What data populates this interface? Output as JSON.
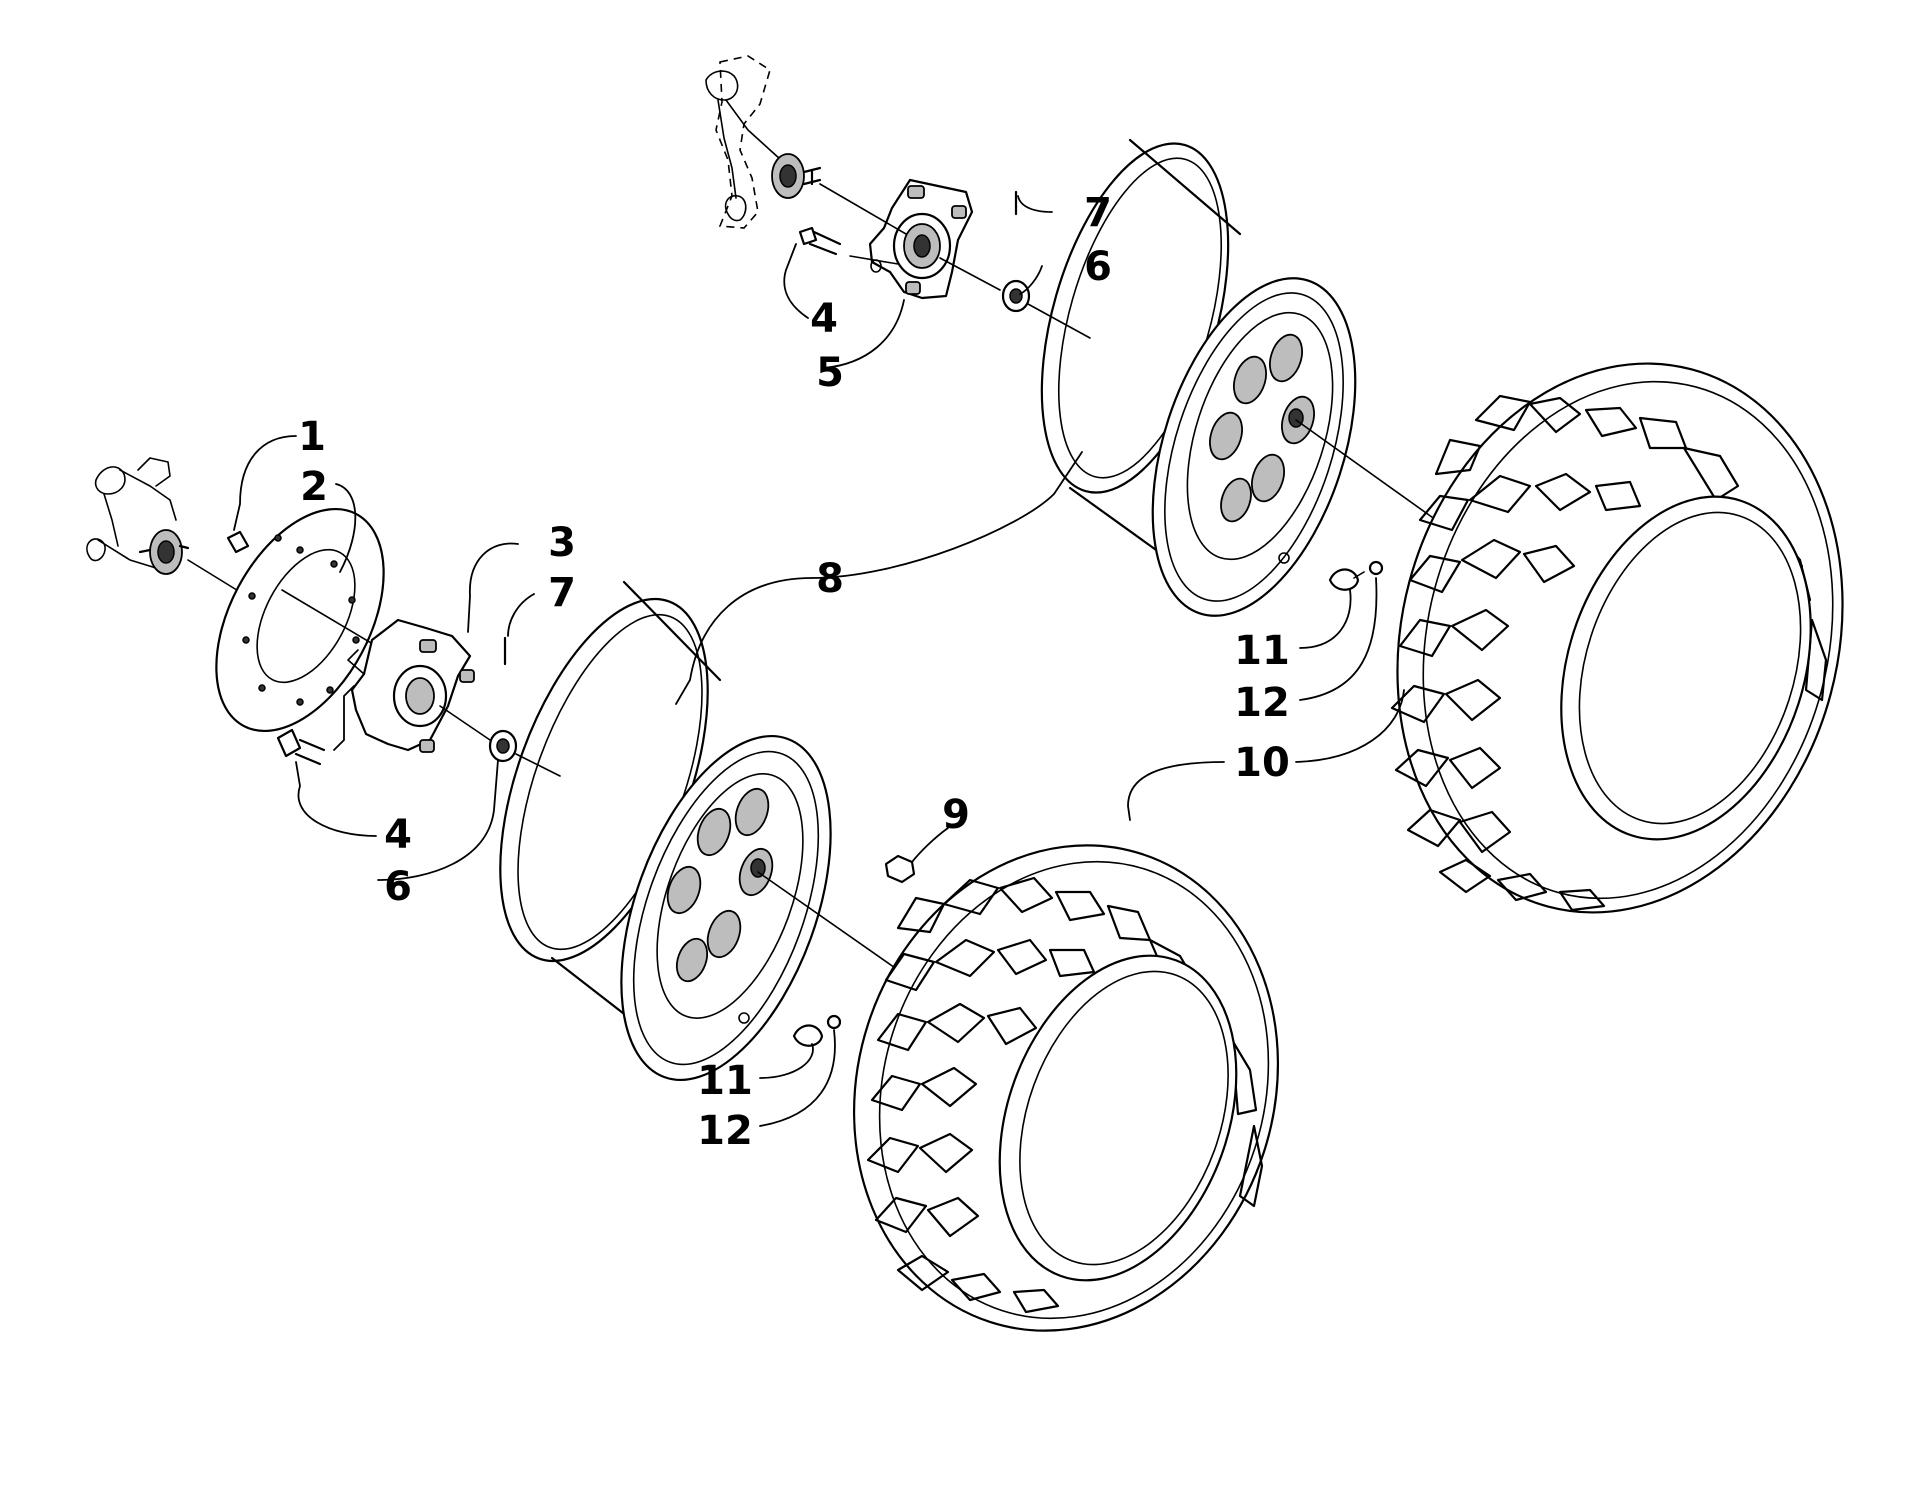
{
  "callouts": [
    {
      "id": "c1",
      "text": "1"
    },
    {
      "id": "c2",
      "text": "2"
    },
    {
      "id": "c3",
      "text": "3"
    },
    {
      "id": "c7a",
      "text": "7"
    },
    {
      "id": "c4a",
      "text": "4"
    },
    {
      "id": "c6a",
      "text": "6"
    },
    {
      "id": "c7b",
      "text": "7"
    },
    {
      "id": "c6b",
      "text": "6"
    },
    {
      "id": "c4b",
      "text": "4"
    },
    {
      "id": "c5",
      "text": "5"
    },
    {
      "id": "c8",
      "text": "8"
    },
    {
      "id": "c9",
      "text": "9"
    },
    {
      "id": "c11a",
      "text": "11"
    },
    {
      "id": "c12a",
      "text": "12"
    },
    {
      "id": "c11b",
      "text": "11"
    },
    {
      "id": "c12b",
      "text": "12"
    },
    {
      "id": "c10",
      "text": "10"
    }
  ],
  "colors": {
    "line": "#000000",
    "background": "#ffffff",
    "shade": "#bdbdbd"
  }
}
